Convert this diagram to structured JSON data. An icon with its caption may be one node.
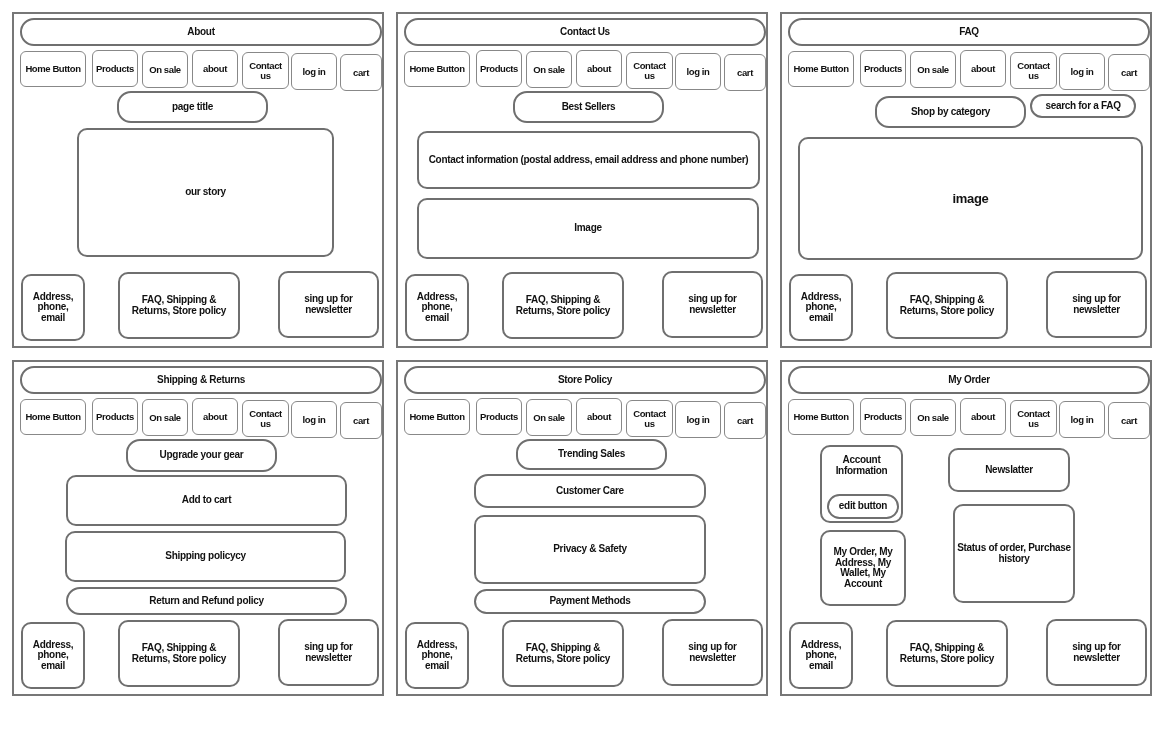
{
  "diagram": {
    "nodes": [
      {
        "text": [],
        "shape": "box"
      },
      {
        "text": [
          "About"
        ],
        "in": 0
      },
      {
        "text": [
          "Home Button"
        ],
        "in": 0
      },
      {
        "text": [
          "Products"
        ],
        "in": 0
      },
      {
        "text": [
          "On sale"
        ],
        "in": 0
      },
      {
        "text": [
          "about"
        ],
        "in": 0
      },
      {
        "text": [
          "Contact us"
        ],
        "in": 0
      },
      {
        "text": [
          "log in"
        ],
        "in": 0
      },
      {
        "text": [
          "cart"
        ],
        "in": 0
      },
      {
        "text": [
          "page title"
        ],
        "in": 0
      },
      {
        "text": [
          "our story"
        ],
        "in": 0
      },
      {
        "text": [
          "Address, phone, email"
        ],
        "in": 0
      },
      {
        "text": [
          "FAQ, Shipping & Returns, Store policy"
        ],
        "in": 0
      },
      {
        "text": [
          "sing up for newsletter"
        ],
        "in": 0
      },
      {
        "text": [],
        "shape": "box"
      },
      {
        "text": [
          "Contact Us"
        ],
        "in": 14
      },
      {
        "text": [
          "Home Button"
        ],
        "in": 14
      },
      {
        "text": [
          "Products"
        ],
        "in": 14
      },
      {
        "text": [
          "On sale"
        ],
        "in": 14
      },
      {
        "text": [
          "about"
        ],
        "in": 14
      },
      {
        "text": [
          "Contact us"
        ],
        "in": 14
      },
      {
        "text": [
          "log in"
        ],
        "in": 14
      },
      {
        "text": [
          "cart"
        ],
        "in": 14
      },
      {
        "text": [
          "Best Sellers"
        ],
        "in": 14
      },
      {
        "text": [
          "Contact information (postal address, email address and phone number)"
        ],
        "in": 14
      },
      {
        "text": [
          "Image"
        ],
        "in": 14
      },
      {
        "text": [
          "Address, phone, email"
        ],
        "in": 14
      },
      {
        "text": [
          "FAQ, Shipping & Returns, Store policy"
        ],
        "in": 14
      },
      {
        "text": [
          "sing up for newsletter"
        ],
        "in": 14
      },
      {
        "text": [],
        "shape": "box"
      },
      {
        "text": [
          "FAQ"
        ],
        "in": 29
      },
      {
        "text": [
          "Home Button"
        ],
        "in": 29
      },
      {
        "text": [
          "Products"
        ],
        "in": 29
      },
      {
        "text": [
          "On sale"
        ],
        "in": 29
      },
      {
        "text": [
          "about"
        ],
        "in": 29
      },
      {
        "text": [
          "Contact us"
        ],
        "in": 29
      },
      {
        "text": [
          "log in"
        ],
        "in": 29
      },
      {
        "text": [
          "cart"
        ],
        "in": 29
      },
      {
        "text": [
          "Shop by category"
        ],
        "in": 29
      },
      {
        "text": [
          "search for a FAQ"
        ],
        "in": 29
      },
      {
        "text": [
          "image"
        ],
        "in": 29
      },
      {
        "text": [
          "Address, phone, email"
        ],
        "in": 29
      },
      {
        "text": [
          "FAQ, Shipping & Returns, Store policy"
        ],
        "in": 29
      },
      {
        "text": [
          "sing up for newsletter"
        ],
        "in": 29
      },
      {
        "text": [],
        "shape": "box"
      },
      {
        "text": [
          "Shipping & Returns"
        ],
        "in": 44
      },
      {
        "text": [
          "Home Button"
        ],
        "in": 44
      },
      {
        "text": [
          "Products"
        ],
        "in": 44
      },
      {
        "text": [
          "On sale"
        ],
        "in": 44
      },
      {
        "text": [
          "about"
        ],
        "in": 44
      },
      {
        "text": [
          "Contact us"
        ],
        "in": 44
      },
      {
        "text": [
          "log in"
        ],
        "in": 44
      },
      {
        "text": [
          "cart"
        ],
        "in": 44
      },
      {
        "text": [
          "Upgrade your gear"
        ],
        "in": 44
      },
      {
        "text": [
          "Add to cart"
        ],
        "in": 44
      },
      {
        "text": [
          "Shipping policycy"
        ],
        "in": 44
      },
      {
        "text": [
          "Return and Refund policy"
        ],
        "in": 44
      },
      {
        "text": [
          "Address, phone, email"
        ],
        "in": 44
      },
      {
        "text": [
          "FAQ, Shipping & Returns, Store policy"
        ],
        "in": 44
      },
      {
        "text": [
          "sing up for newsletter"
        ],
        "in": 44
      },
      {
        "text": [],
        "shape": "box"
      },
      {
        "text": [
          "Store Policy"
        ],
        "in": 60
      },
      {
        "text": [
          "Home Button"
        ],
        "in": 60
      },
      {
        "text": [
          "Products"
        ],
        "in": 60
      },
      {
        "text": [
          "On sale"
        ],
        "in": 60
      },
      {
        "text": [
          "about"
        ],
        "in": 60
      },
      {
        "text": [
          "Contact us"
        ],
        "in": 60
      },
      {
        "text": [
          "log in"
        ],
        "in": 60
      },
      {
        "text": [
          "cart"
        ],
        "in": 60
      },
      {
        "text": [
          "Trending Sales"
        ],
        "in": 60
      },
      {
        "text": [
          "Customer Care"
        ],
        "in": 60
      },
      {
        "text": [
          "Privacy & Safety"
        ],
        "in": 60
      },
      {
        "text": [
          "Payment Methods"
        ],
        "in": 60
      },
      {
        "text": [
          "Address, phone, email"
        ],
        "in": 60
      },
      {
        "text": [
          "FAQ, Shipping & Returns, Store policy"
        ],
        "in": 60
      },
      {
        "text": [
          "sing up for newsletter"
        ],
        "in": 60
      },
      {
        "text": [],
        "shape": "box"
      },
      {
        "text": [
          "My Order"
        ],
        "in": 76
      },
      {
        "text": [
          "Home Button"
        ],
        "in": 76
      },
      {
        "text": [
          "Products"
        ],
        "in": 76
      },
      {
        "text": [
          "On sale"
        ],
        "in": 76
      },
      {
        "text": [
          "about"
        ],
        "in": 76
      },
      {
        "text": [
          "Contact us"
        ],
        "in": 76
      },
      {
        "text": [
          "log in"
        ],
        "in": 76
      },
      {
        "text": [
          "cart"
        ],
        "in": 76
      },
      {
        "text": [
          "Account Information"
        ],
        "in": 76
      },
      {
        "text": [
          "edit button"
        ],
        "in": 85
      },
      {
        "text": [
          "Newslatter"
        ],
        "in": 76
      },
      {
        "text": [
          "My Order, My Address, My Wallet, My Account"
        ],
        "in": 76
      },
      {
        "text": [
          "Status of order, Purchase history"
        ],
        "in": 76
      },
      {
        "text": [
          "Address, phone, email"
        ],
        "in": 76
      },
      {
        "text": [
          "FAQ, Shipping & Returns, Store policy"
        ],
        "in": 76
      },
      {
        "text": [
          "sing up for newsletter"
        ],
        "in": 76
      }
    ]
  }
}
